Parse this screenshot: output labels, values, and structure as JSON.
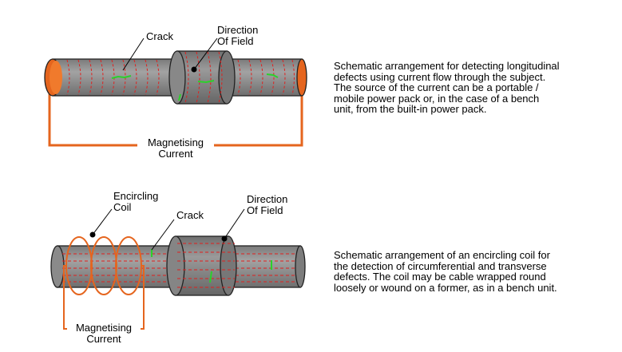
{
  "top_diagram": {
    "crack_label": "Crack",
    "field_label_line1": "Direction",
    "field_label_line2": "Of Field",
    "current_label_line1": "Magnetising",
    "current_label_line2": "Current",
    "description_lines": [
      "Schematic arrangement for detecting longitudinal",
      "defects using current flow through the subject.",
      "The source of the current can be a portable /",
      "mobile power pack or, in the case of a bench",
      "unit, from the built-in power pack."
    ]
  },
  "bottom_diagram": {
    "coil_label_line1": "Encircling",
    "coil_label_line2": "Coil",
    "crack_label": "Crack",
    "field_label_line1": "Direction",
    "field_label_line2": "Of Field",
    "current_label_line1": "Magnetising",
    "current_label_line2": "Current",
    "description_lines": [
      "Schematic arrangement of an encircling coil for",
      "the detection of circumferential and transverse",
      "defects.  The coil may be cable wrapped round",
      "loosely or wound on a former, as in a bench unit."
    ]
  },
  "colors": {
    "bar_fill": "#8c8c8c",
    "field_lines": "#e0201e",
    "current_wire": "#e5651e",
    "crack": "#2bd12b"
  }
}
